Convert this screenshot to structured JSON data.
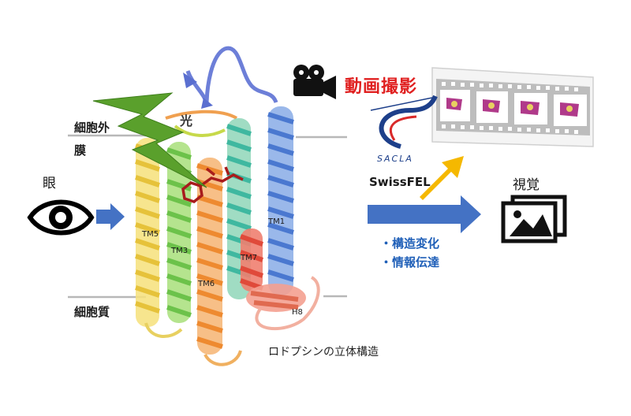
{
  "labels": {
    "eye": "眼",
    "light": "光",
    "extracellular_line1": "細胞外",
    "extracellular_line2": "膜",
    "cytoplasm": "細胞質",
    "structure_caption": "ロドプシンの立体構造",
    "movie": "動画撮影",
    "sacla": "SACLA",
    "swissfel": "SwissFEL",
    "vision": "視覚",
    "bullet1": "・構造変化",
    "bullet2": "・情報伝達"
  },
  "helices": {
    "tm1": "TM1",
    "tm3": "TM3",
    "tm5": "TM5",
    "tm6": "TM6",
    "tm7": "TM7",
    "h8": "H8"
  },
  "colors": {
    "arrow_blue": "#4472c4",
    "arrow_yellow": "#f5b800",
    "lightning_green": "#5aa02c",
    "movie_title_red": "#e02020",
    "bullet_blue": "#1f5fb8"
  },
  "icons": {
    "eye": "eye-icon",
    "camera": "movie-camera-icon",
    "gallery": "image-gallery-icon",
    "sacla_logo": "sacla-logo",
    "film": "film-strip"
  }
}
